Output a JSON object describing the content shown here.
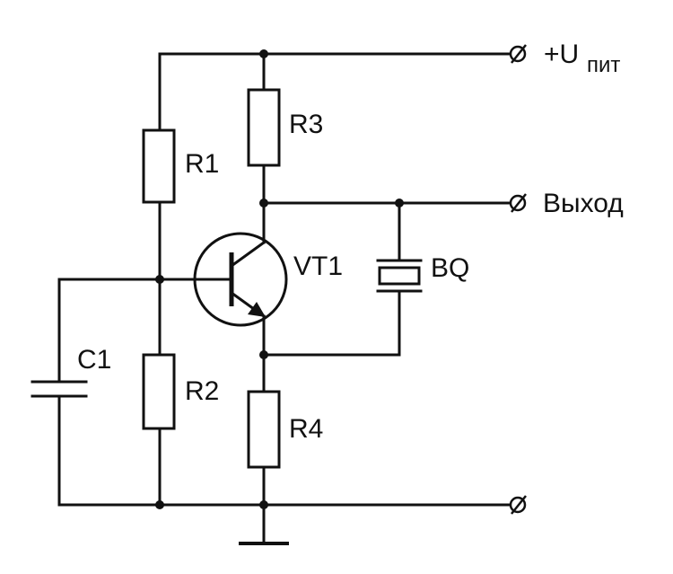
{
  "labels": {
    "supply": "+U",
    "supply_subscript": "пит",
    "output": "Выход",
    "r1": "R1",
    "r2": "R2",
    "r3": "R3",
    "r4": "R4",
    "c1": "C1",
    "vt1": "VT1",
    "bq": "BQ"
  },
  "colors": {
    "ink": "#111111",
    "background": "#ffffff"
  },
  "icons": {
    "terminal": "terminal-circle-slash-icon",
    "ground": "ground-icon",
    "transistor": "npn-transistor-icon"
  }
}
